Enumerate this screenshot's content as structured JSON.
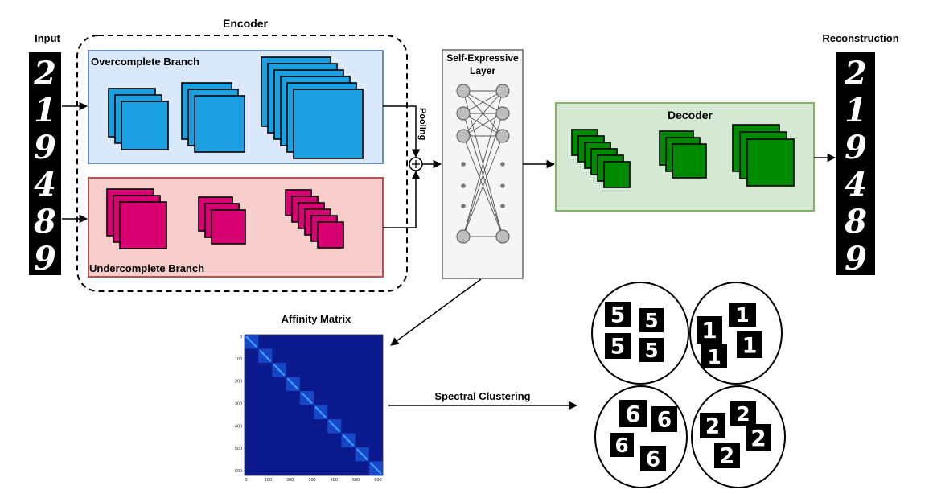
{
  "labels": {
    "input": "Input",
    "encoder": "Encoder",
    "overcomplete_branch": "Overcomplete Branch",
    "undercomplete_branch": "Undercomplete Branch",
    "pooling": "Pooling",
    "self_expressive_layer_line1": "Self-Expressive",
    "self_expressive_layer_line2": "Layer",
    "decoder": "Decoder",
    "reconstruction": "Reconstruction",
    "affinity_matrix": "Affinity Matrix",
    "spectral_clustering": "Spectral Clustering",
    "plus_symbol": "+"
  },
  "input_digits": [
    "2",
    "1",
    "9",
    "4",
    "8",
    "9"
  ],
  "reconstruction_digits": [
    "2",
    "1",
    "9",
    "4",
    "8",
    "9"
  ],
  "affinity_matrix_ticks": {
    "y": [
      "0",
      "100",
      "200",
      "300",
      "400",
      "500",
      "600"
    ],
    "x": [
      "0",
      "100",
      "200",
      "300",
      "400",
      "500",
      "600"
    ]
  },
  "clusters": [
    {
      "digit": "5"
    },
    {
      "digit": "1"
    },
    {
      "digit": "6"
    },
    {
      "digit": "2"
    }
  ],
  "colors": {
    "overcomplete_fill": "#dae8fc",
    "overcomplete_border": "#6c8ebf",
    "overcomplete_cube": "#1ba1e2",
    "undercomplete_fill": "#f8cecc",
    "undercomplete_border": "#b85450",
    "undercomplete_cube": "#d80073",
    "decoder_fill": "#d5e8d4",
    "decoder_border": "#82b366",
    "decoder_cube": "#008a00",
    "self_expressive_fill": "#f5f5f5",
    "node_fill": "#bdbdbd",
    "affinity_background": "#0b1a8c",
    "affinity_diagonal": "#3aa0ff"
  }
}
